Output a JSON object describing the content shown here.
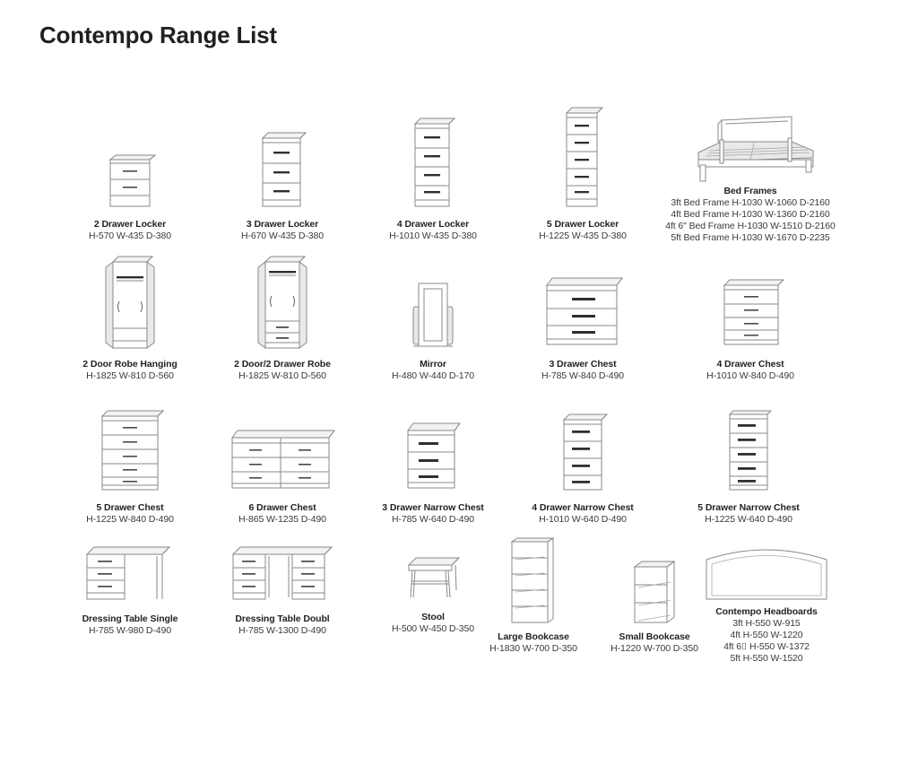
{
  "document": {
    "title": "Contempo Range List"
  },
  "items": [
    {
      "id": "2-drawer-locker",
      "name": "2 Drawer Locker",
      "dimensions": "H-570 W-435 D-380",
      "drawers": 2,
      "type": "locker"
    },
    {
      "id": "3-drawer-locker",
      "name": "3 Drawer Locker",
      "dimensions": "H-670 W-435 D-380",
      "drawers": 3,
      "type": "locker"
    },
    {
      "id": "4-drawer-locker",
      "name": "4 Drawer Locker",
      "dimensions": "H-1010 W-435 D-380",
      "drawers": 4,
      "type": "locker"
    },
    {
      "id": "5-drawer-locker",
      "name": "5 Drawer Locker",
      "dimensions": "H-1225 W-435 D-380",
      "drawers": 5,
      "type": "locker"
    },
    {
      "id": "bed-frames",
      "name": "Bed Frames",
      "type": "bed",
      "variants": [
        "3ft Bed Frame H-1030 W-1060 D-2160",
        "4ft Bed Frame H-1030 W-1360 D-2160",
        "4ft 6\" Bed Frame H-1030 W-1510 D-2160",
        "5ft Bed Frame H-1030 W-1670 D-2235"
      ]
    },
    {
      "id": "2-door-robe-hanging",
      "name": "2 Door Robe Hanging",
      "dimensions": "H-1825 W-810 D-560",
      "type": "robe"
    },
    {
      "id": "2-door-2-drawer-robe",
      "name": "2 Door/2 Drawer Robe",
      "dimensions": "H-1825 W-810 D-560",
      "type": "robe-drawer"
    },
    {
      "id": "mirror",
      "name": "Mirror",
      "dimensions": "H-480 W-440 D-170",
      "type": "mirror"
    },
    {
      "id": "3-drawer-chest",
      "name": "3 Drawer Chest",
      "dimensions": "H-785 W-840 D-490",
      "drawers": 3,
      "type": "chest"
    },
    {
      "id": "4-drawer-chest",
      "name": "4 Drawer Chest",
      "dimensions": "H-1010 W-840 D-490",
      "drawers": 4,
      "type": "chest"
    },
    {
      "id": "5-drawer-chest",
      "name": "5 Drawer Chest",
      "dimensions": "H-1225 W-840 D-490",
      "drawers": 5,
      "type": "chest"
    },
    {
      "id": "6-drawer-chest",
      "name": "6 Drawer Chest",
      "dimensions": "H-865 W-1235 D-490",
      "drawers": 6,
      "type": "chest-wide"
    },
    {
      "id": "3-drawer-narrow-chest",
      "name": "3 Drawer Narrow Chest",
      "dimensions": "H-785 W-640 D-490",
      "drawers": 3,
      "type": "narrow-chest"
    },
    {
      "id": "4-drawer-narrow-chest",
      "name": "4 Drawer Narrow Chest",
      "dimensions": "H-1010 W-640 D-490",
      "drawers": 4,
      "type": "narrow-chest"
    },
    {
      "id": "5-drawer-narrow-chest",
      "name": "5 Drawer Narrow Chest",
      "dimensions": "H-1225 W-640 D-490",
      "drawers": 5,
      "type": "narrow-chest"
    },
    {
      "id": "dressing-table-single",
      "name": "Dressing Table Single",
      "dimensions": "H-785 W-980 D-490",
      "type": "desk-single"
    },
    {
      "id": "dressing-table-double",
      "name": "Dressing Table Doubl",
      "dimensions": "H-785 W-1300 D-490",
      "type": "desk-double"
    },
    {
      "id": "stool",
      "name": "Stool",
      "dimensions": "H-500 W-450 D-350",
      "type": "stool"
    },
    {
      "id": "large-bookcase",
      "name": "Large Bookcase",
      "dimensions": "H-1830 W-700 D-350",
      "type": "bookcase-large"
    },
    {
      "id": "small-bookcase",
      "name": "Small Bookcase",
      "dimensions": "H-1220 W-700 D-350",
      "type": "bookcase-small"
    },
    {
      "id": "contempo-headboards",
      "name": "Contempo Headboards",
      "type": "headboard",
      "variants": [
        "3ft H-550 W-915",
        "4ft H-550 W-1220",
        "4ft 6⌷ H-550 W-1372",
        "5ft H-550 W-1520"
      ]
    }
  ],
  "colors": {
    "text": "#231f20",
    "dimension_text": "#3a3a3a",
    "line": "#8a8a8a",
    "handle": "#2f2f2f",
    "background": "#ffffff"
  }
}
